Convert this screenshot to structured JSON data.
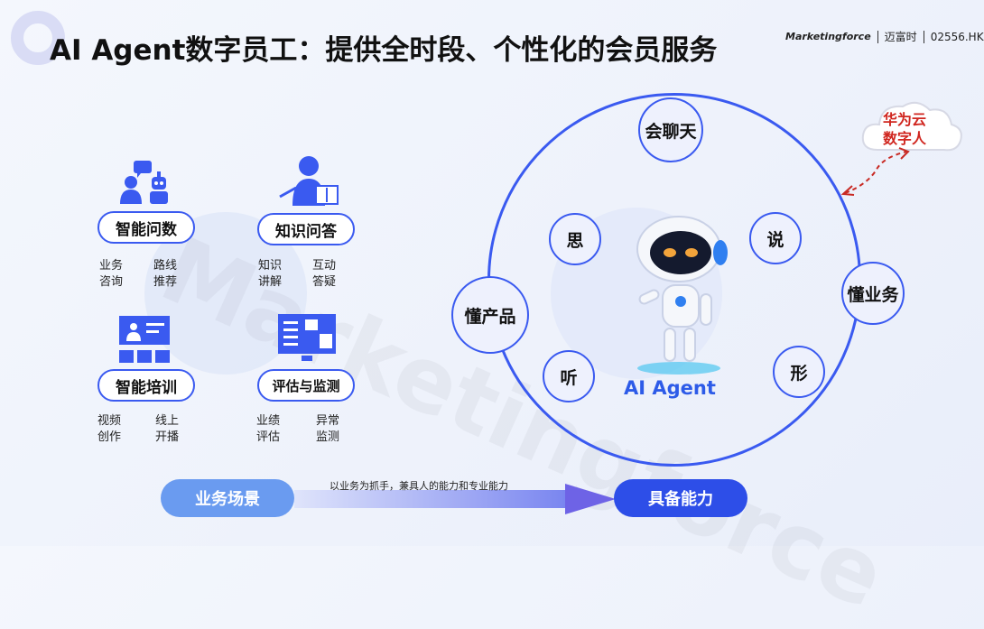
{
  "header": {
    "title": "AI Agent数字员工：提供全时段、个性化的会员服务",
    "brand_marketingforce": "Marketingforce",
    "brand_cn": "迈富时",
    "brand_code": "02556.HK"
  },
  "scenarios": [
    {
      "label": "智能问数",
      "tags": [
        "业务",
        "路线",
        "咨询",
        "推荐"
      ],
      "icon": "qa-chat-icon"
    },
    {
      "label": "知识问答",
      "tags": [
        "知识",
        "互动",
        "讲解",
        "答疑"
      ],
      "icon": "teacher-icon"
    },
    {
      "label": "智能培训",
      "tags": [
        "视频",
        "线上",
        "创作",
        "开播"
      ],
      "icon": "training-board-icon"
    },
    {
      "label": "评估与监测",
      "tags": [
        "业绩",
        "异常",
        "评估",
        "监测"
      ],
      "icon": "monitor-dashboard-icon"
    }
  ],
  "capabilities": {
    "top": "会聊天",
    "think": "思",
    "speak": "说",
    "product": "懂产品",
    "business": "懂业务",
    "listen": "听",
    "form": "形"
  },
  "agent_label": "AI Agent",
  "cloud": {
    "line1": "华为云",
    "line2": "数字人"
  },
  "flow": {
    "left": "业务场景",
    "right": "具备能力",
    "caption": "以业务为抓手，兼具人的能力和专业能力"
  },
  "watermark": "Marketingforce",
  "colors": {
    "accent": "#3a5af0",
    "cloud_text": "#d0261f",
    "flow_left": "#6a9bf0",
    "flow_right": "#2d4ee8"
  }
}
